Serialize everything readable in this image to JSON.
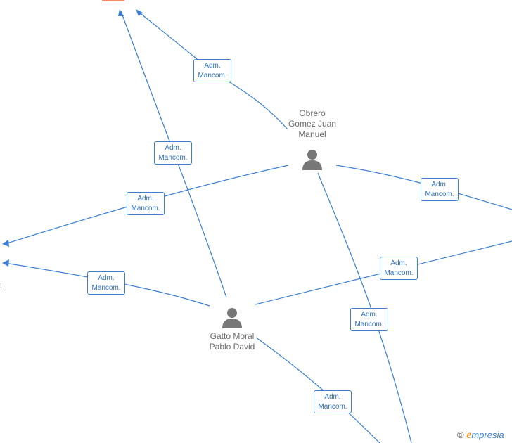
{
  "nodes": [
    {
      "id": "obrero",
      "name_lines": [
        "Obrero",
        "Gomez Juan",
        "Manuel"
      ]
    },
    {
      "id": "gatto",
      "name_lines": [
        "Gatto Moral",
        "Pablo David"
      ]
    }
  ],
  "relation_label": {
    "line1": "Adm.",
    "line2": "Mancom."
  },
  "edge_text_left": "L",
  "brand": {
    "copyright": "©",
    "initial": "e",
    "rest": "mpresia"
  },
  "colors": {
    "edge": "#3a7fd5",
    "node_icon": "#777777",
    "top_marker": "#f28b6e",
    "brand_e": "#f29222"
  }
}
